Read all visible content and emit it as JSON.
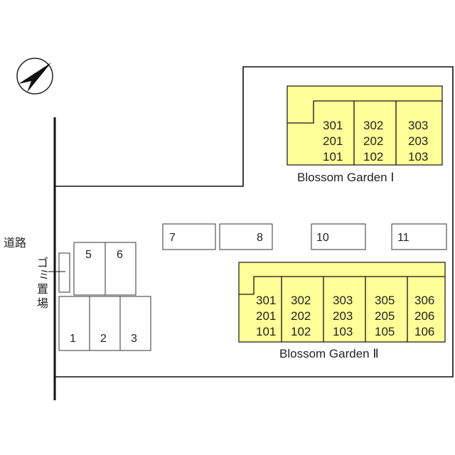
{
  "road_label": "道路",
  "garbage_label": "ゴミ置場",
  "parking_left": [
    "1",
    "2",
    "3",
    "5",
    "6"
  ],
  "parking_top": [
    "7",
    "8",
    "10",
    "11"
  ],
  "building1": {
    "name": "Blossom Garden Ⅰ",
    "units": [
      [
        "301",
        "201",
        "101"
      ],
      [
        "302",
        "202",
        "102"
      ],
      [
        "303",
        "203",
        "103"
      ]
    ]
  },
  "building2": {
    "name": "Blossom Garden Ⅱ",
    "units": [
      [
        "301",
        "201",
        "101"
      ],
      [
        "302",
        "202",
        "102"
      ],
      [
        "303",
        "203",
        "103"
      ],
      [
        "305",
        "205",
        "105"
      ],
      [
        "306",
        "206",
        "106"
      ]
    ]
  },
  "colors": {
    "building_fill": "#ffff99",
    "outline": "#111111"
  },
  "icons": {
    "north": "north-arrow-icon"
  }
}
